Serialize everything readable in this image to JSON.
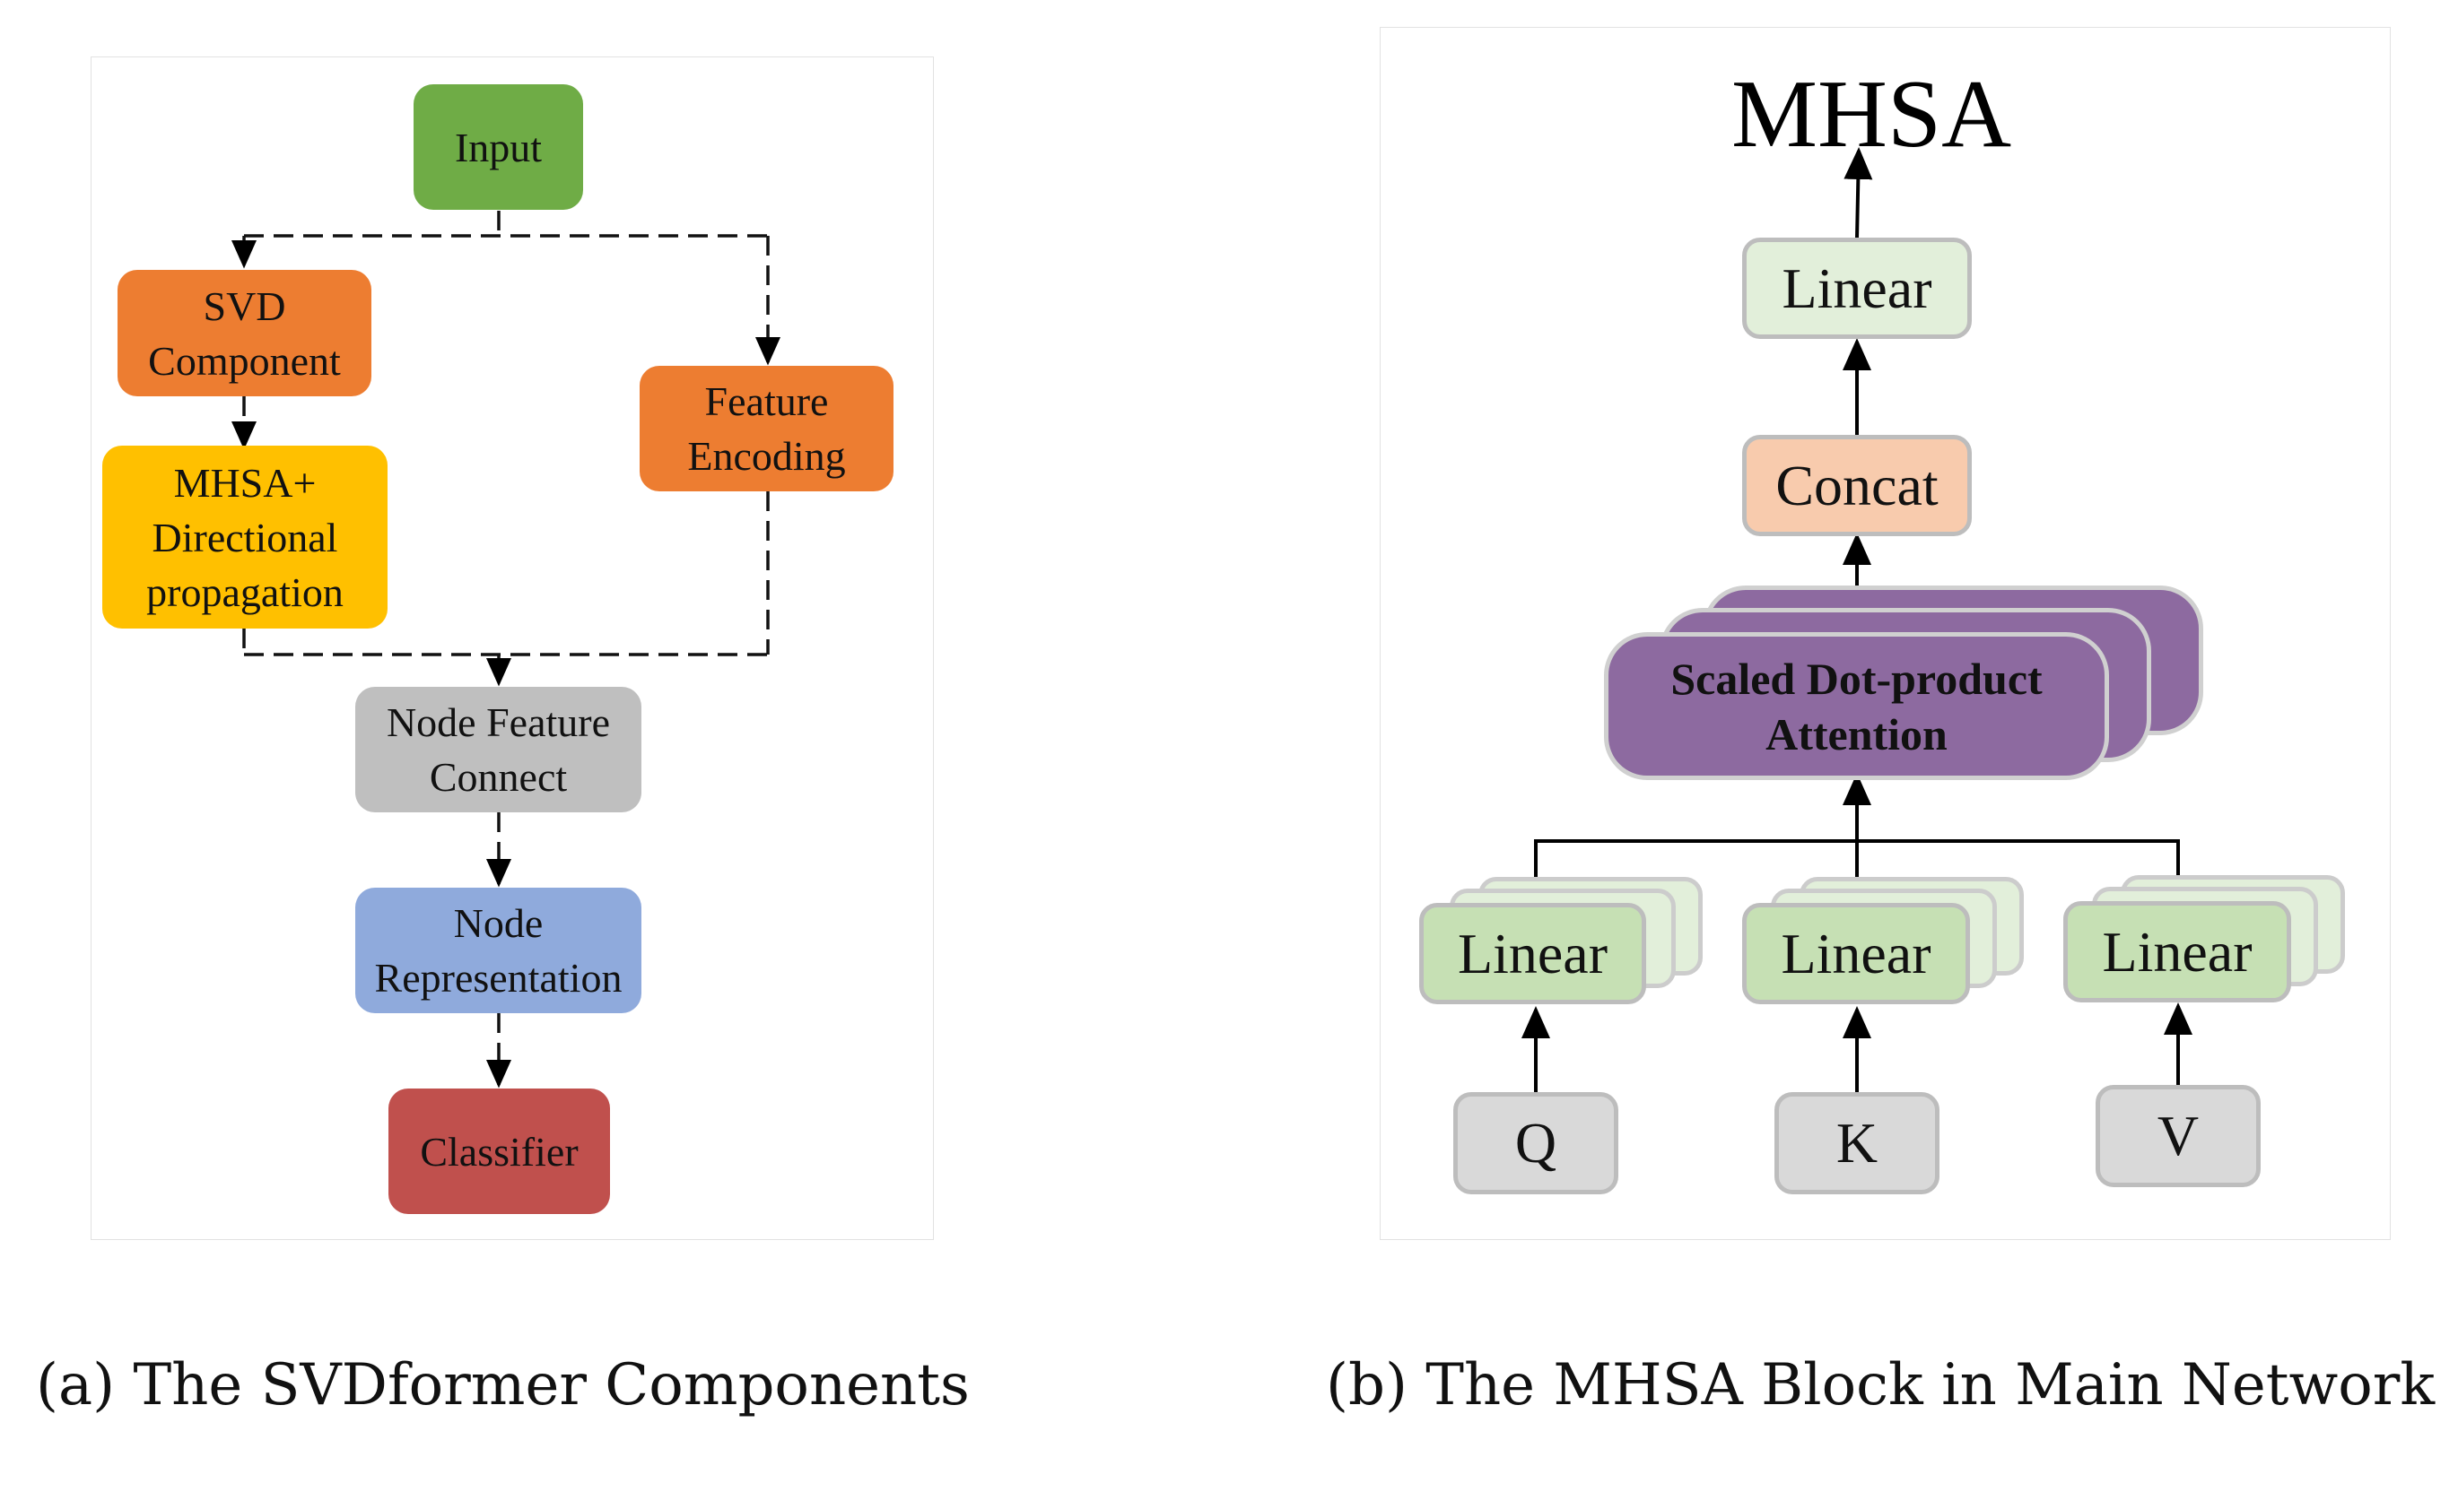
{
  "panel_a": {
    "caption": "(a) The SVDformer Components",
    "nodes": {
      "input": "Input",
      "svd": "SVD Component",
      "feature_encoding": "Feature Encoding",
      "mhsa_dir": "MHSA+ Directional propagation",
      "node_feature_connect": "Node Feature Connect",
      "node_representation": "Node Representation",
      "classifier": "Classifier"
    }
  },
  "panel_b": {
    "caption": "(b) The MHSA Block in Main Network",
    "title": "MHSA",
    "nodes": {
      "linear_out": "Linear",
      "concat": "Concat",
      "attention": "Scaled Dot-product Attention",
      "linear_q": "Linear",
      "linear_k": "Linear",
      "linear_v": "Linear",
      "q": "Q",
      "k": "K",
      "v": "V"
    }
  },
  "colors": {
    "input": "#6fac46",
    "orange": "#ed7d31",
    "yellow": "#ffc000",
    "gray": "#bfbfbf",
    "blue": "#8faadc",
    "red": "#c0504d",
    "linear_light": "#e2efda",
    "linear_green": "#c6e0b4",
    "concat": "#f8cbad",
    "attention": "#8d6aa0",
    "qkv": "#d9d9d9"
  }
}
